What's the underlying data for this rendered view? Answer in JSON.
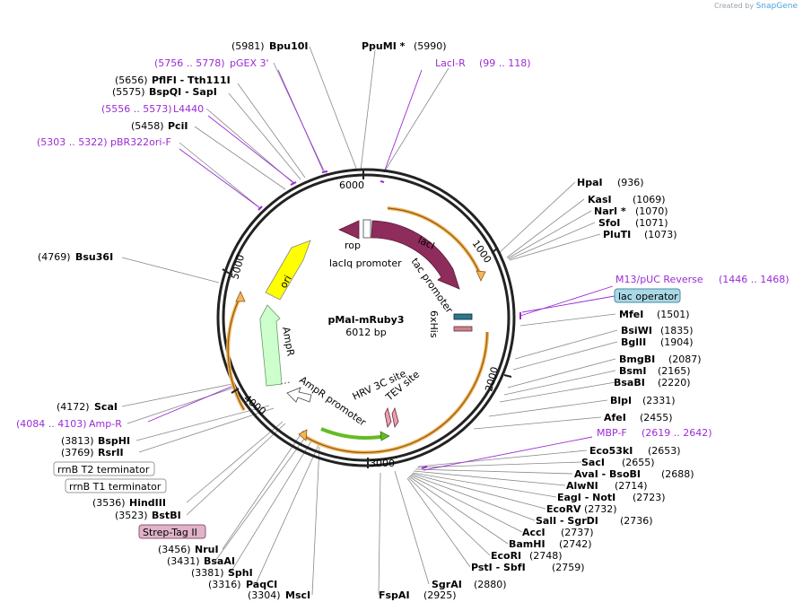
{
  "brand": {
    "created_by": "Created by",
    "product": "SnapGene"
  },
  "plasmid": {
    "name": "pMal-mRuby3",
    "length": "6012 bp"
  },
  "ticks": [
    "1000",
    "2000",
    "3000",
    "4000",
    "5000",
    "6000"
  ],
  "sites_top": [
    {
      "pos": "(5981)",
      "name": "Bpu10I"
    },
    {
      "pos": "(5990)",
      "name": "PpuMI *"
    }
  ],
  "sites_right": [
    {
      "name": "HpaI",
      "pos": "(936)"
    },
    {
      "name": "KasI",
      "pos": "(1069)"
    },
    {
      "name": "NarI *",
      "pos": "(1070)"
    },
    {
      "name": "SfoI",
      "pos": "(1071)"
    },
    {
      "name": "PluTI",
      "pos": "(1073)"
    },
    {
      "name": "MfeI",
      "pos": "(1501)"
    },
    {
      "name": "BsiWI",
      "pos": "(1835)"
    },
    {
      "name": "BglII",
      "pos": "(1904)"
    },
    {
      "name": "BmgBI",
      "pos": "(2087)"
    },
    {
      "name": "BsmI",
      "pos": "(2165)"
    },
    {
      "name": "BsaBI",
      "pos": "(2220)"
    },
    {
      "name": "BlpI",
      "pos": "(2331)"
    },
    {
      "name": "AfeI",
      "pos": "(2455)"
    },
    {
      "name": "Eco53kI",
      "pos": "(2653)"
    },
    {
      "name": "SacI",
      "pos": "(2655)"
    },
    {
      "name": "AvaI  - BsoBI",
      "pos": "(2688)"
    },
    {
      "name": "AlwNI",
      "pos": "(2714)"
    },
    {
      "name": "EagI  - NotI",
      "pos": "(2723)"
    },
    {
      "name": "EcoRV",
      "pos": "(2732)"
    },
    {
      "name": "SalI  - SgrDI",
      "pos": "(2736)"
    },
    {
      "name": "AccI",
      "pos": "(2737)"
    },
    {
      "name": "BamHI",
      "pos": "(2742)"
    },
    {
      "name": "EcoRI",
      "pos": "(2748)"
    },
    {
      "name": "PstI  - SbfI",
      "pos": "(2759)"
    },
    {
      "name": "SgrAI",
      "pos": "(2880)"
    }
  ],
  "sites_bottom": [
    {
      "name": "FspAI",
      "pos": "(2925)"
    },
    {
      "pos": "(3304)",
      "name": "MscI"
    },
    {
      "pos": "(3316)",
      "name": "PaqCI"
    }
  ],
  "sites_left": [
    {
      "pos": "(5656)",
      "name": "PflFI   - Tth111I"
    },
    {
      "pos": "(5575)",
      "name": "BspQI   - SapI"
    },
    {
      "pos": "(5458)",
      "name": "PciI"
    },
    {
      "pos": "(4769)",
      "name": "Bsu36I"
    },
    {
      "pos": "(4172)",
      "name": "ScaI"
    },
    {
      "pos": "(3813)",
      "name": "BspHI"
    },
    {
      "pos": "(3769)",
      "name": "RsrII"
    },
    {
      "pos": "(3536)",
      "name": "HindIII"
    },
    {
      "pos": "(3523)",
      "name": "BstBI"
    },
    {
      "pos": "(3456)",
      "name": "NruI"
    },
    {
      "pos": "(3431)",
      "name": "BsaAI"
    },
    {
      "pos": "(3381)",
      "name": "SphI"
    }
  ],
  "primers": [
    {
      "pos": "(5756 .. 5778)",
      "name": "pGEX 3'"
    },
    {
      "name": "LacI-R",
      "pos": "(99 .. 118)"
    },
    {
      "pos": "(5556 .. 5573)",
      "name": "L4440"
    },
    {
      "pos": "(5303 .. 5322)",
      "name": "pBR322ori-F"
    },
    {
      "name": "M13/pUC Reverse",
      "pos": "(1446 .. 1468)"
    },
    {
      "name": "MBP-F",
      "pos": "(2619 .. 2642)"
    },
    {
      "pos": "(4084 .. 4103)",
      "name": "Amp-R"
    }
  ],
  "boxed_features": {
    "lac_operator": "lac operator",
    "rrnb_t2": "rrnB T2 terminator",
    "rrnb_t1": "rrnB T1 terminator",
    "strep_tag": "Strep-Tag II"
  },
  "features": {
    "laci": "lacI",
    "rop": "rop",
    "laciq_promoter": "lacIq promoter",
    "tac_promoter": "tac promoter",
    "his6": "6xHis",
    "ori": "ori",
    "ampr": "AmpR",
    "ampr_promoter": "AmpR promoter",
    "hrv_site": "HRV 3C site",
    "tev_site": "TEV site"
  },
  "colors": {
    "laci": "#8e2c5c",
    "ori": "#ffff00",
    "ampr": "#ccffcc",
    "mbp_green": "#66bb22",
    "orange_band": "#f4b45a",
    "primer": "#9b2bd6",
    "lac_operator_fill": "#a8d8e6",
    "strep_fill": "#e0b3c8"
  }
}
